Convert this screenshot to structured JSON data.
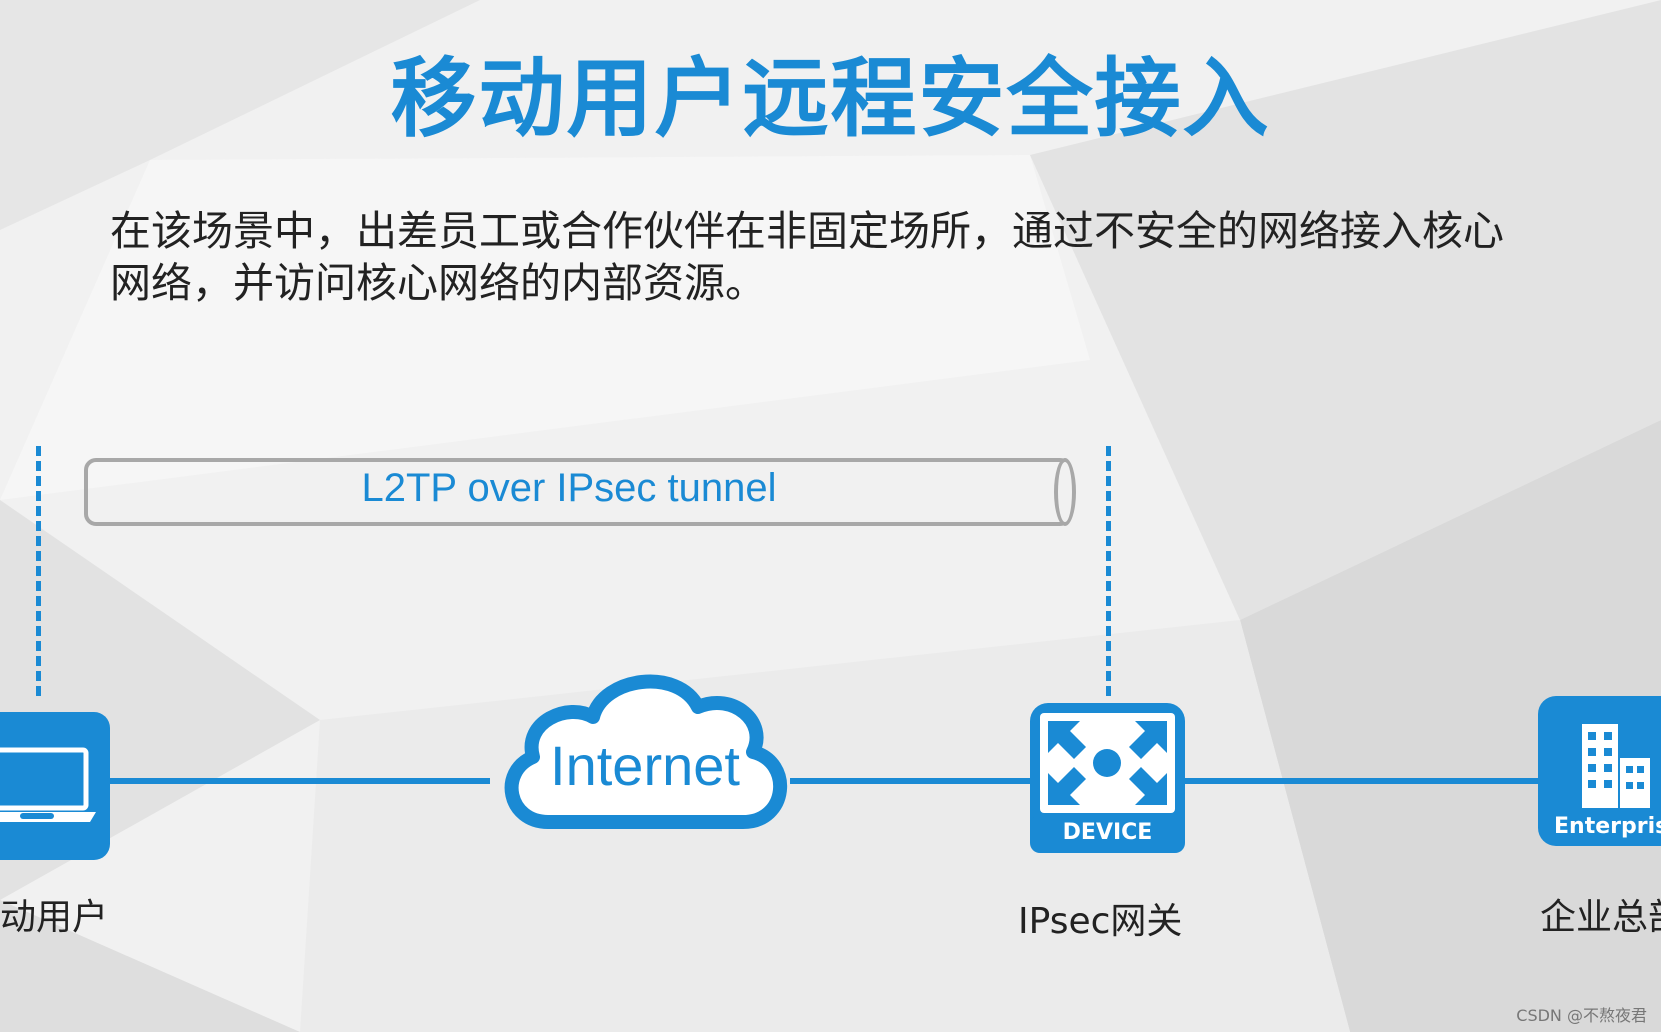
{
  "title": "移动用户远程安全接入",
  "description": "在该场景中，出差员工或合作伙伴在非固定场所，通过不安全的网络接入核心网络，并访问核心网络的内部资源。",
  "tunnel": {
    "label": "L2TP over IPsec tunnel"
  },
  "nodes": {
    "mobile_user": {
      "label": "动用户"
    },
    "internet": {
      "label": "Internet"
    },
    "gateway": {
      "label": "IPsec网关",
      "badge": "DEVICE"
    },
    "headquarters": {
      "label": "企业总部",
      "badge": "Enterprise"
    }
  },
  "watermark": "CSDN @不熬夜君",
  "colors": {
    "accent": "#1a8ad4",
    "tunnel_border": "#a8a8a8",
    "background": "#f1f1f1"
  }
}
